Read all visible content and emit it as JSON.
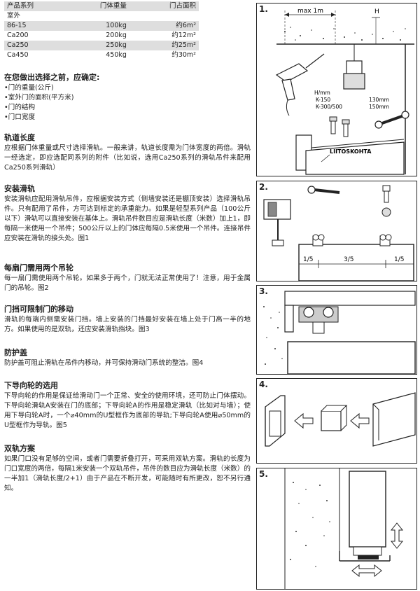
{
  "table": {
    "headers": [
      "产品系列",
      "门体重量",
      "门占面积"
    ],
    "rows": [
      [
        "室外",
        "",
        ""
      ],
      [
        "86-15",
        "100kg",
        "约6m²"
      ],
      [
        "Ca200",
        "200kg",
        "约12m²"
      ],
      [
        "Ca250",
        "250kg",
        "约25m²"
      ],
      [
        "Ca450",
        "450kg",
        "约30m²"
      ]
    ]
  },
  "intro": {
    "heading": "在您做出选择之前，应确定:",
    "items": [
      "门的重量(公斤)",
      "室外门的面积(平方米)",
      "门的结构",
      "门口宽度"
    ]
  },
  "rail_length": {
    "heading": "轨道长度",
    "body": "应根据门体重量或尺寸选择滑轨。一般来讲，轨道长度需为门体宽度的两倍。滑轨一经选定，即应选配同系列的附件（比如说，选用Ca250系列的滑轨吊件来配用Ca250系列滑轨）"
  },
  "install_rail": {
    "heading": "安装滑轨",
    "body": "安装滑轨应配用滑轨吊件，应根据安装方式（侧墙安装还是棚顶安装）选择滑轨吊件。只有配用了吊件，方可达到标定的承重能力。如果是轻型系列产品（100公斤以下）滑轨可以直接安装在基体上。滑轨吊件数目应是滑轨长度（米数）加上1，即每隔一米使用一个吊件；500公斤以上的门体应每隔0.5米使用一个吊件。连接吊件应安装在滑轨的接头处。图1"
  },
  "two_hangers": {
    "heading": "每扇门需用两个吊轮",
    "body": "每一扇门需使用两个吊轮。如果多于两个，门就无法正常使用了！注意，用于金属门的吊轮。图2"
  },
  "door_stop": {
    "heading": "门挡可限制门的移动",
    "body": "滑轨的每端内侧需安装门挡。墙上安装的门挡最好安装在墙上处于门高一半的地方。如果使用的是双轨，还应安装滑轨挡块。图3"
  },
  "cover": {
    "heading": "防护盖",
    "body": "防护盖可阻止滑轨在吊件内移动，并可保持滑动门系统的整洁。图4"
  },
  "guide": {
    "heading": "下导向轮的选用",
    "body": "下导向轮的作用是保证给滑动门一个正常、安全的使用环境，还可防止门体摆动。下导向轮滑轨A安装在门的底部；下导向轮A的作用是稳定滑轨（比如对与墙）；使用下导向轮A时，一个⌀40mm的U型框作为底部的导轨;下导向轮A使用⌀50mm的U型框作为导轨。图5"
  },
  "double": {
    "heading": "双轨方案",
    "body": "如果门口没有足够的空间，或者门需要折叠打开，可采用双轨方案。滑轨的长度为门口宽度的两倍，每隔1米安装一个双轨吊件，吊件的数目应为滑轨长度（米数）的一半加1（滑轨长度/2+1）由于产品在不断开发，可能随时有所更改，恕不另行通知。"
  },
  "figures": {
    "f1": {
      "num": "1.",
      "max": "max  1m",
      "h": "H",
      "hmm": "H/mm",
      "k150": "K-150",
      "k300": "K-300/500",
      "mm130": "130mm",
      "mm150": "150mm",
      "liitos": "LIITOSKOHTA"
    },
    "f2": {
      "num": "2.",
      "l1": "1/5",
      "l2": "3/5",
      "l3": "1/5"
    },
    "f3": {
      "num": "3."
    },
    "f4": {
      "num": "4."
    },
    "f5": {
      "num": "5."
    }
  }
}
